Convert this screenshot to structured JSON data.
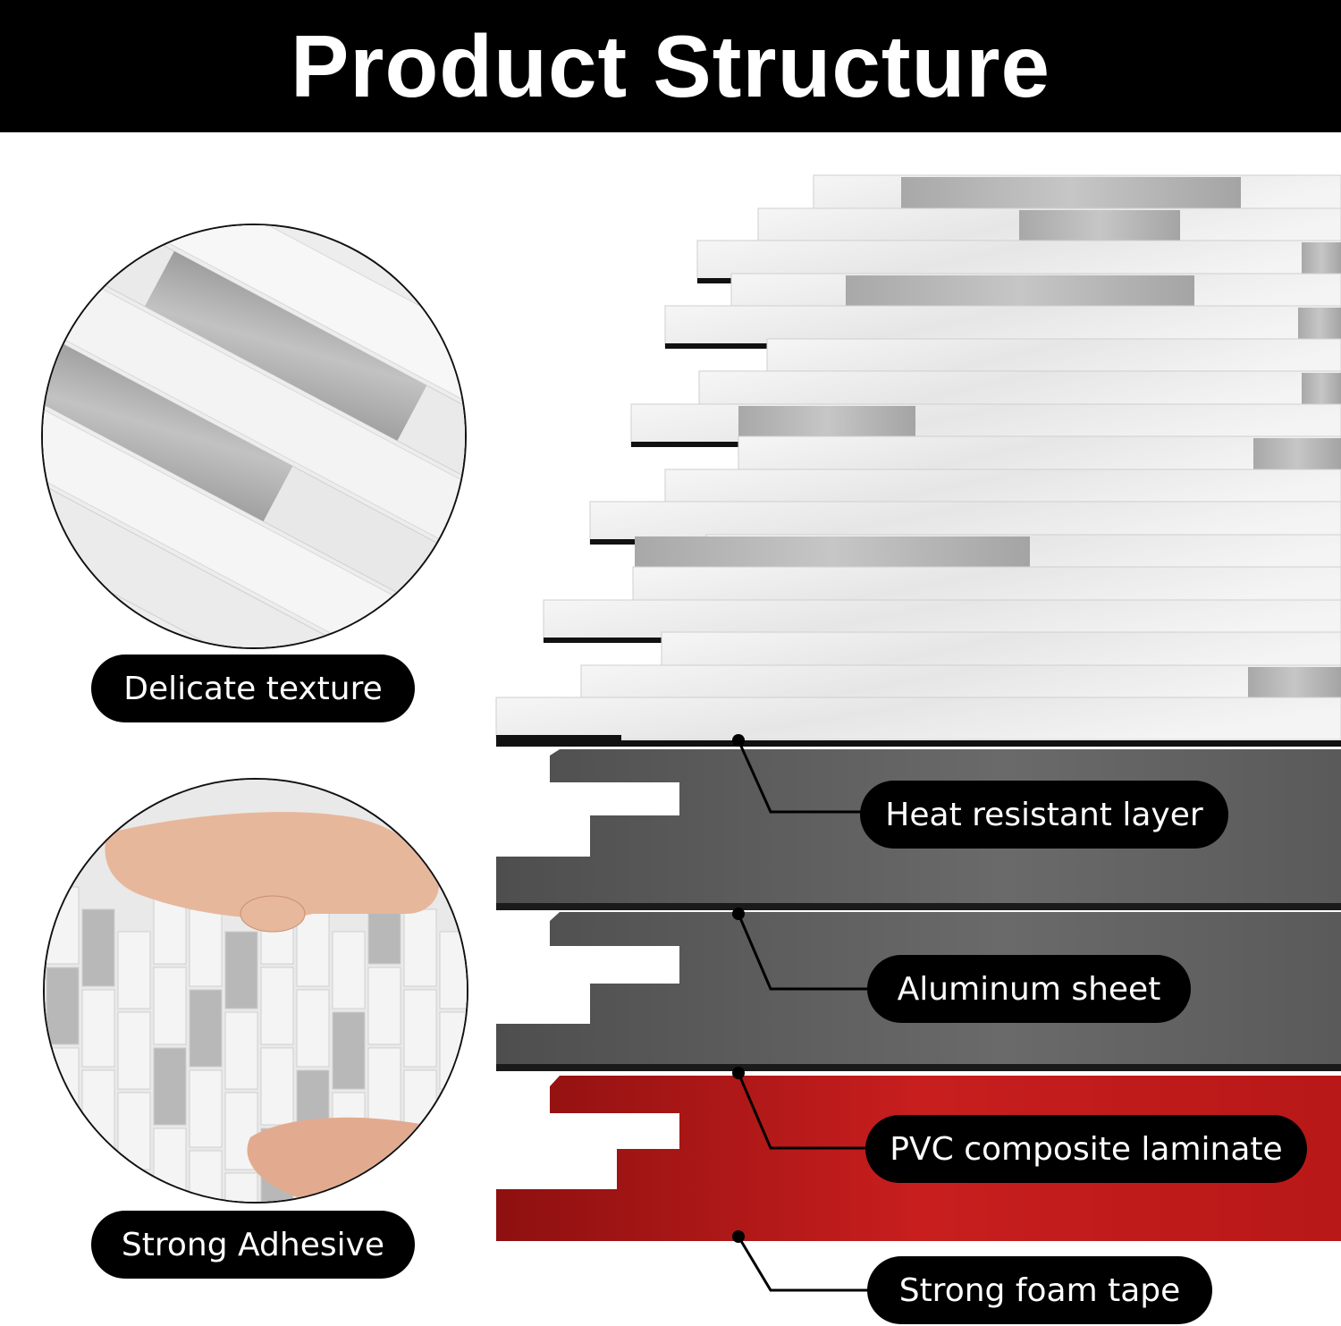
{
  "title": "Product Structure",
  "callouts": {
    "texture": "Delicate texture",
    "adhesive": "Strong Adhesive"
  },
  "layers": [
    {
      "label": "Heat resistant layer"
    },
    {
      "label": "Aluminum sheet"
    },
    {
      "label": "PVC composite laminate"
    },
    {
      "label": "Strong foam tape"
    }
  ],
  "colors": {
    "banner": "#000000",
    "marble": "#ececec",
    "metal": "#b4b4b4",
    "aluminum": "#5f5f5f",
    "pvc": "#c41d1d",
    "pill": "#000000"
  }
}
